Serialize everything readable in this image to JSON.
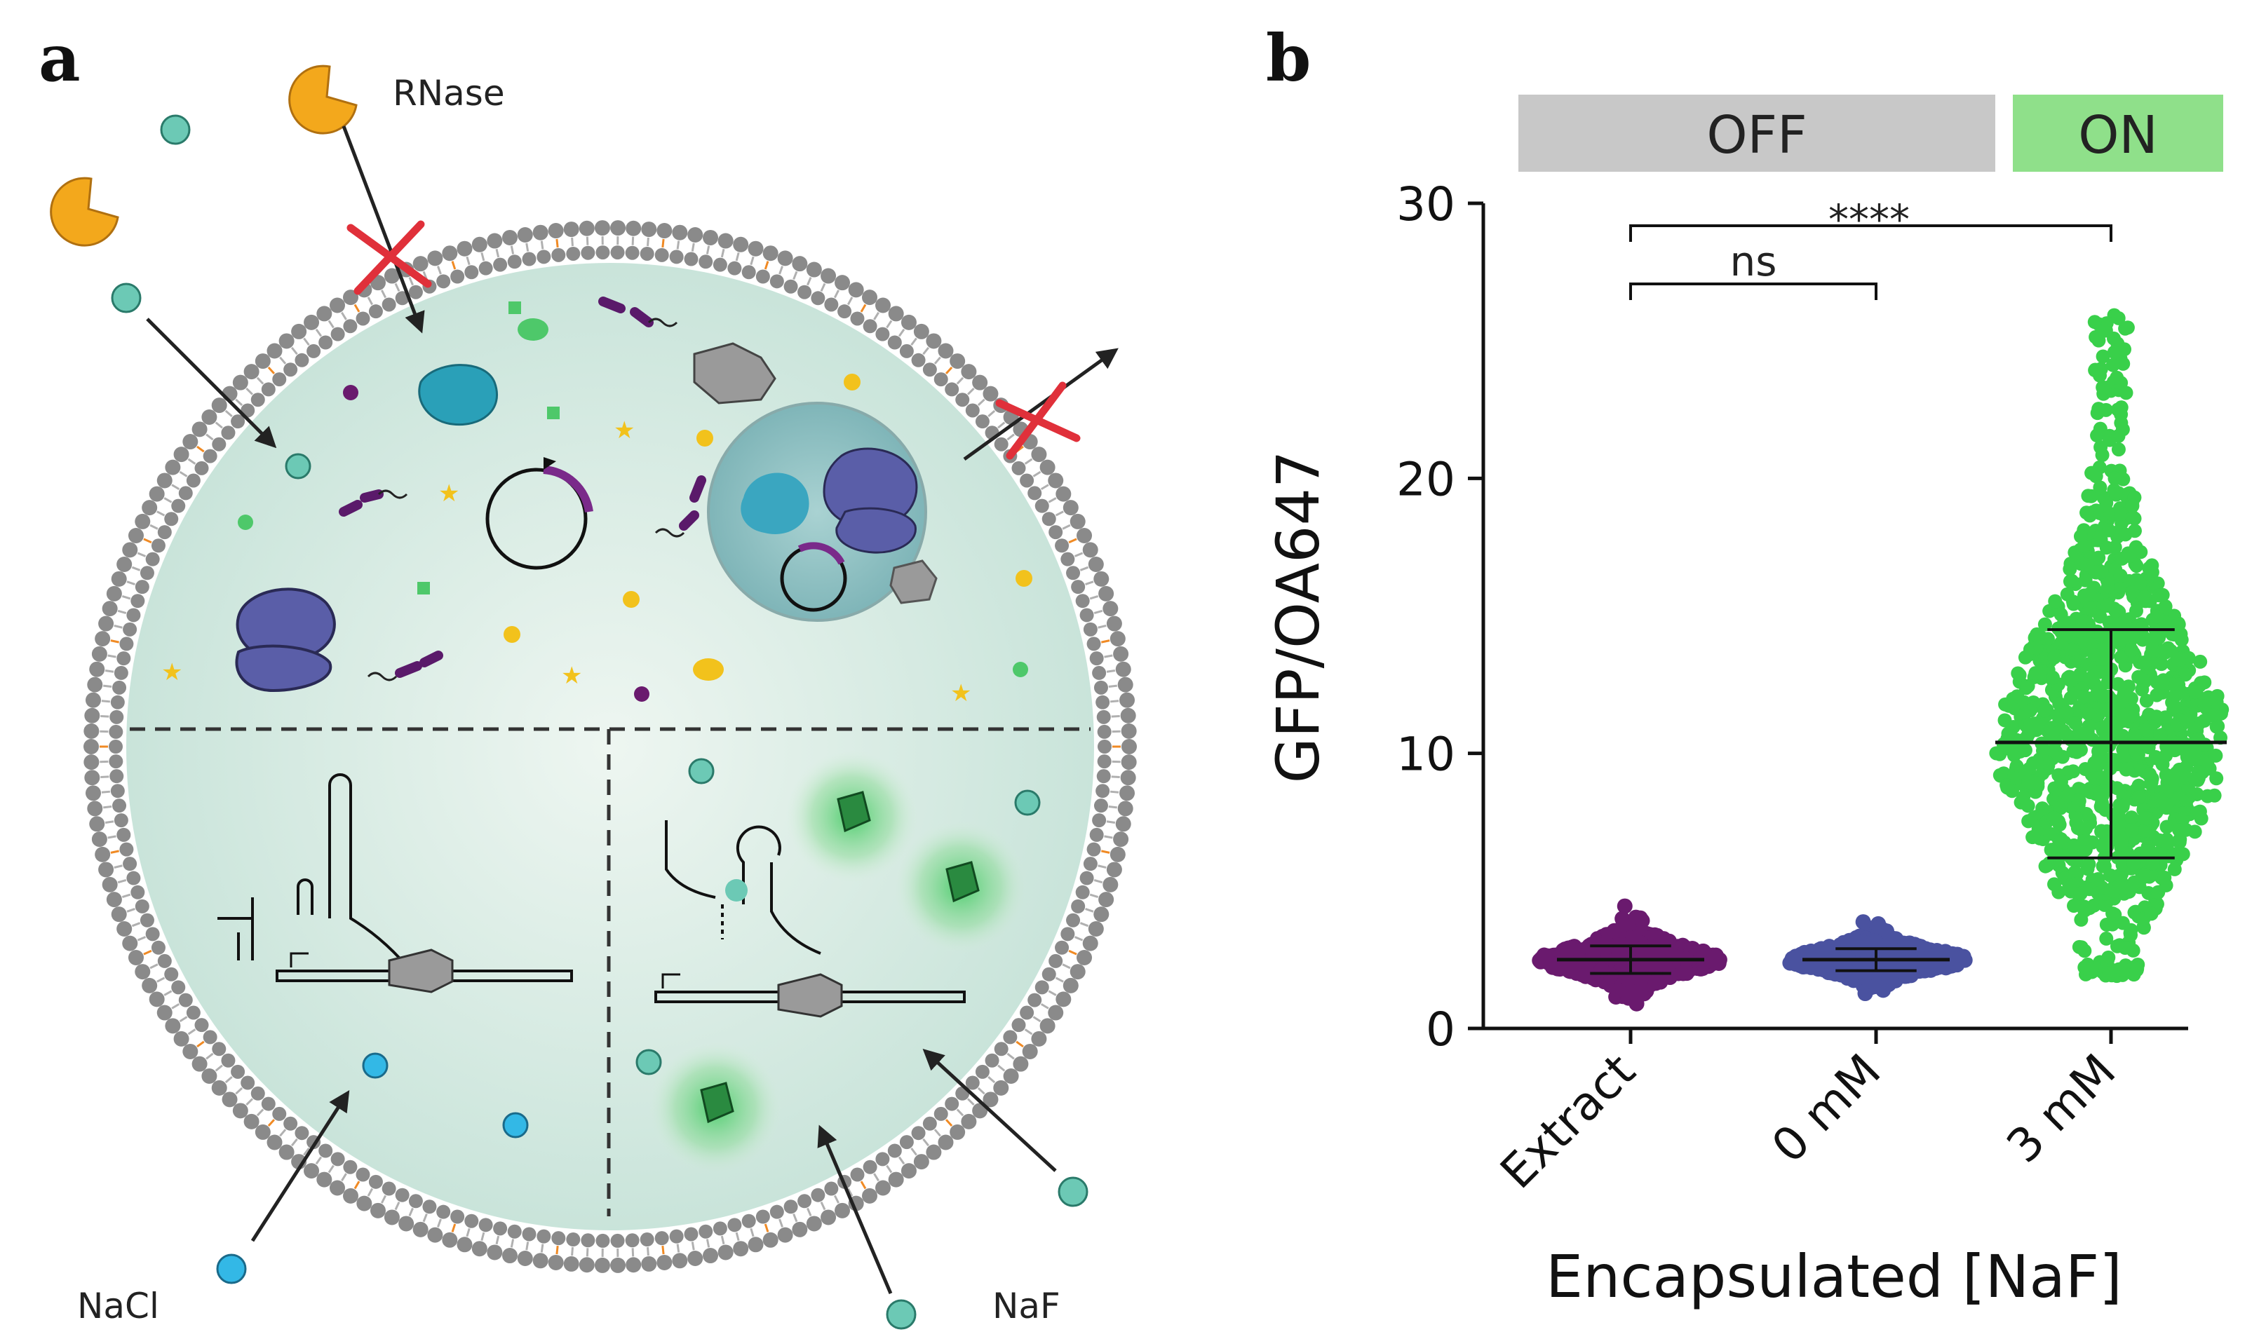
{
  "panel_a": {
    "letter": "a",
    "labels": {
      "rnase": "RNase",
      "nacl": "NaCl",
      "naf": "NaF"
    },
    "colors": {
      "membrane": "#8a8a8a",
      "membrane_accent": "#f08a24",
      "interior": "#d8ebe3",
      "ion_naf": "#6cc9b5",
      "ion_nacl": "#33b8e6",
      "rnase": "#f3a81c",
      "ribosome": "#5a5ea8",
      "block": "#e0303a",
      "gfp": "#2fb85a"
    }
  },
  "panel_b": {
    "letter": "b",
    "state_bars": [
      {
        "label": "OFF",
        "color": "#c8c8c8"
      },
      {
        "label": "ON",
        "color": "#8fe08a"
      }
    ],
    "significance": [
      {
        "label": "ns"
      },
      {
        "label": "****"
      }
    ]
  },
  "chart_data": {
    "type": "scatter",
    "xlabel": "Encapsulated [NaF]",
    "ylabel": "GFP/OA647",
    "ylim": [
      0,
      30
    ],
    "yticks": [
      0,
      10,
      20,
      30
    ],
    "categories": [
      "Extract",
      "0 mM",
      "3 mM"
    ],
    "series": [
      {
        "category": "Extract",
        "color": "#6a1a6e",
        "mean": 2.5,
        "sd_low": 2.0,
        "sd_high": 3.0,
        "min": 0.8,
        "max": 5.0
      },
      {
        "category": "0 mM",
        "color": "#4a52a0",
        "mean": 2.5,
        "sd_low": 2.1,
        "sd_high": 2.9,
        "min": 1.0,
        "max": 4.3
      },
      {
        "category": "3 mM",
        "color": "#39d04a",
        "mean": 10.4,
        "sd_low": 6.2,
        "sd_high": 14.5,
        "min": 1.9,
        "max": 26.0
      }
    ]
  }
}
